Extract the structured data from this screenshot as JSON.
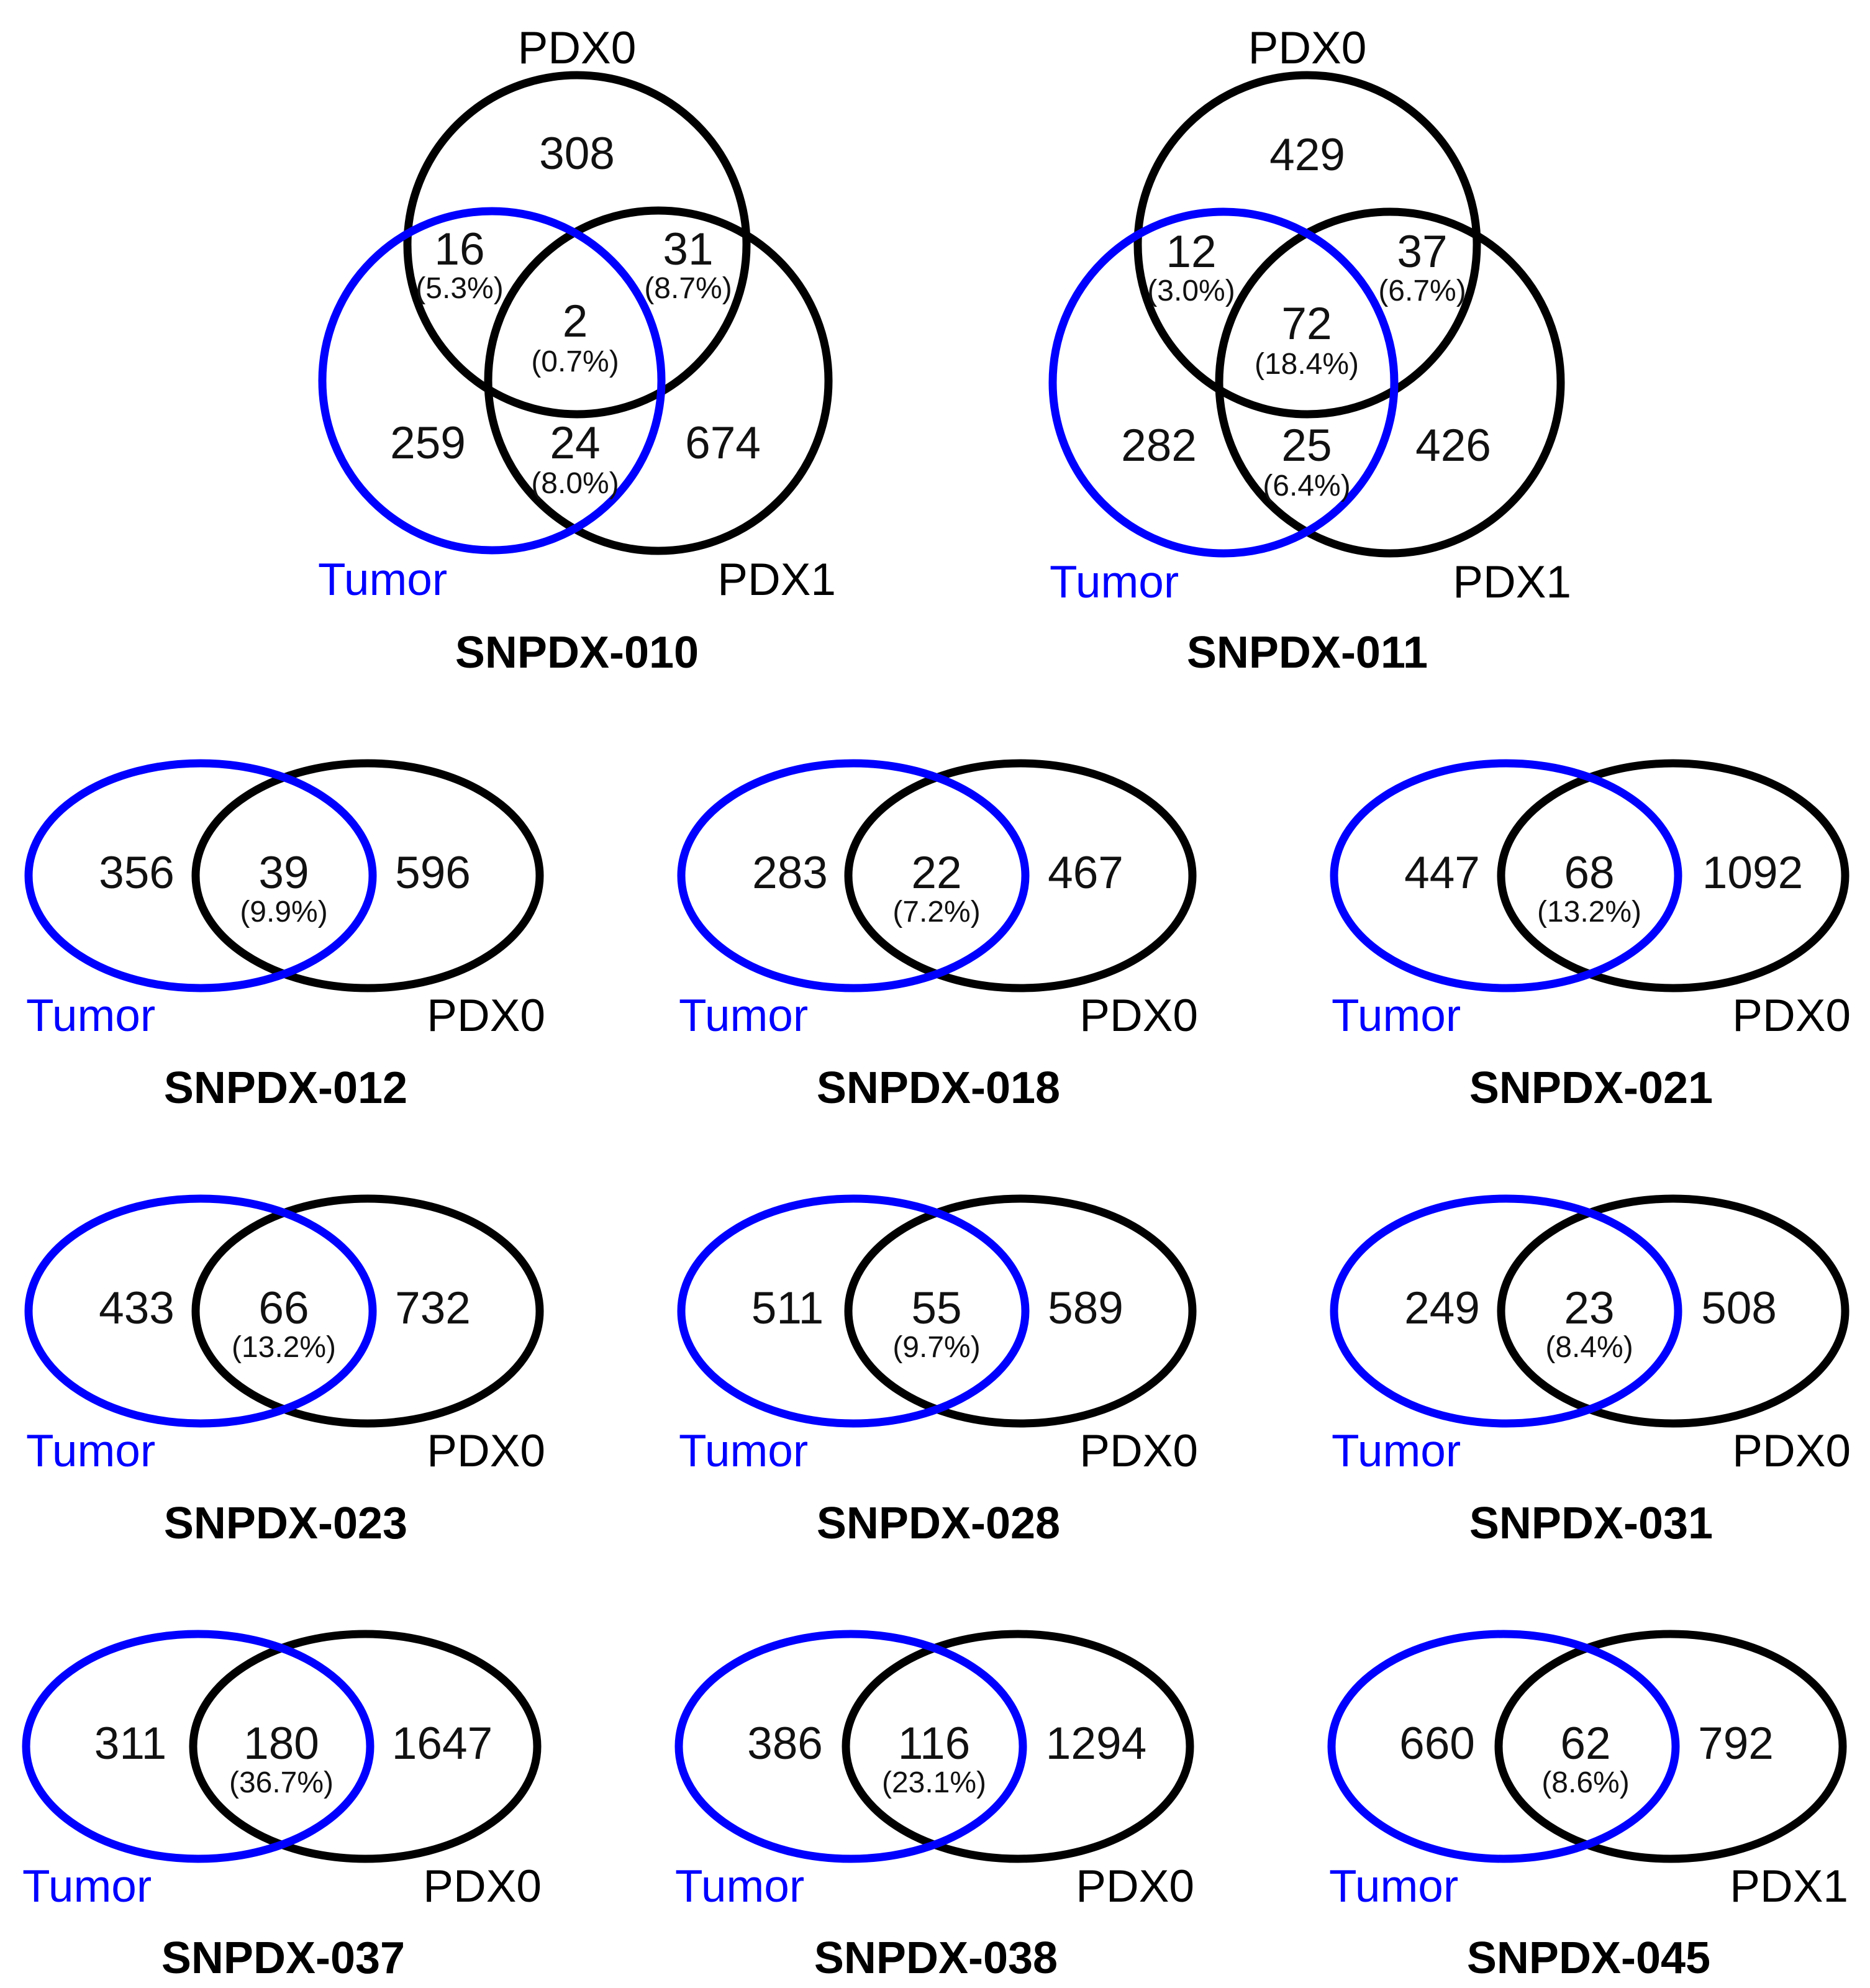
{
  "colors": {
    "tumor": "#0000ff",
    "pdx": "#000000",
    "text": "#111111",
    "background": "#ffffff"
  },
  "panels": [
    {
      "title": "SNPDX-010",
      "kind": "three-set",
      "sets": {
        "tumor": "Tumor",
        "pdx0": "PDX0",
        "pdx1": "PDX1"
      },
      "regions": {
        "pdx0_only": {
          "count": "308"
        },
        "tumor_pdx0": {
          "count": "16",
          "pct": "(5.3%)"
        },
        "pdx0_pdx1": {
          "count": "31",
          "pct": "(8.7%)"
        },
        "all_three": {
          "count": "2",
          "pct": "(0.7%)"
        },
        "tumor_only": {
          "count": "259"
        },
        "tumor_pdx1": {
          "count": "24",
          "pct": "(8.0%)"
        },
        "pdx1_only": {
          "count": "674"
        }
      }
    },
    {
      "title": "SNPDX-011",
      "kind": "three-set",
      "sets": {
        "tumor": "Tumor",
        "pdx0": "PDX0",
        "pdx1": "PDX1"
      },
      "regions": {
        "pdx0_only": {
          "count": "429"
        },
        "tumor_pdx0": {
          "count": "12",
          "pct": "(3.0%)"
        },
        "pdx0_pdx1": {
          "count": "37",
          "pct": "(6.7%)"
        },
        "all_three": {
          "count": "72",
          "pct": "(18.4%)"
        },
        "tumor_only": {
          "count": "282"
        },
        "tumor_pdx1": {
          "count": "25",
          "pct": "(6.4%)"
        },
        "pdx1_only": {
          "count": "426"
        }
      }
    },
    {
      "title": "SNPDX-012",
      "kind": "two-set",
      "sets": {
        "left": "Tumor",
        "right": "PDX0"
      },
      "regions": {
        "left_only": "356",
        "overlap": "39",
        "overlap_pct": "(9.9%)",
        "right_only": "596"
      }
    },
    {
      "title": "SNPDX-018",
      "kind": "two-set",
      "sets": {
        "left": "Tumor",
        "right": "PDX0"
      },
      "regions": {
        "left_only": "283",
        "overlap": "22",
        "overlap_pct": "(7.2%)",
        "right_only": "467"
      }
    },
    {
      "title": "SNPDX-021",
      "kind": "two-set",
      "sets": {
        "left": "Tumor",
        "right": "PDX0"
      },
      "regions": {
        "left_only": "447",
        "overlap": "68",
        "overlap_pct": "(13.2%)",
        "right_only": "1092"
      }
    },
    {
      "title": "SNPDX-023",
      "kind": "two-set",
      "sets": {
        "left": "Tumor",
        "right": "PDX0"
      },
      "regions": {
        "left_only": "433",
        "overlap": "66",
        "overlap_pct": "(13.2%)",
        "right_only": "732"
      }
    },
    {
      "title": "SNPDX-028",
      "kind": "two-set",
      "sets": {
        "left": "Tumor",
        "right": "PDX0"
      },
      "regions": {
        "left_only": "511",
        "overlap": "55",
        "overlap_pct": "(9.7%)",
        "right_only": "589"
      }
    },
    {
      "title": "SNPDX-031",
      "kind": "two-set",
      "sets": {
        "left": "Tumor",
        "right": "PDX0"
      },
      "regions": {
        "left_only": "249",
        "overlap": "23",
        "overlap_pct": "(8.4%)",
        "right_only": "508"
      }
    },
    {
      "title": "SNPDX-037",
      "kind": "two-set",
      "sets": {
        "left": "Tumor",
        "right": "PDX0"
      },
      "regions": {
        "left_only": "311",
        "overlap": "180",
        "overlap_pct": "(36.7%)",
        "right_only": "1647"
      }
    },
    {
      "title": "SNPDX-038",
      "kind": "two-set",
      "sets": {
        "left": "Tumor",
        "right": "PDX0"
      },
      "regions": {
        "left_only": "386",
        "overlap": "116",
        "overlap_pct": "(23.1%)",
        "right_only": "1294"
      }
    },
    {
      "title": "SNPDX-045",
      "kind": "two-set",
      "sets": {
        "left": "Tumor",
        "right": "PDX1"
      },
      "regions": {
        "left_only": "660",
        "overlap": "62",
        "overlap_pct": "(8.6%)",
        "right_only": "792"
      }
    }
  ]
}
